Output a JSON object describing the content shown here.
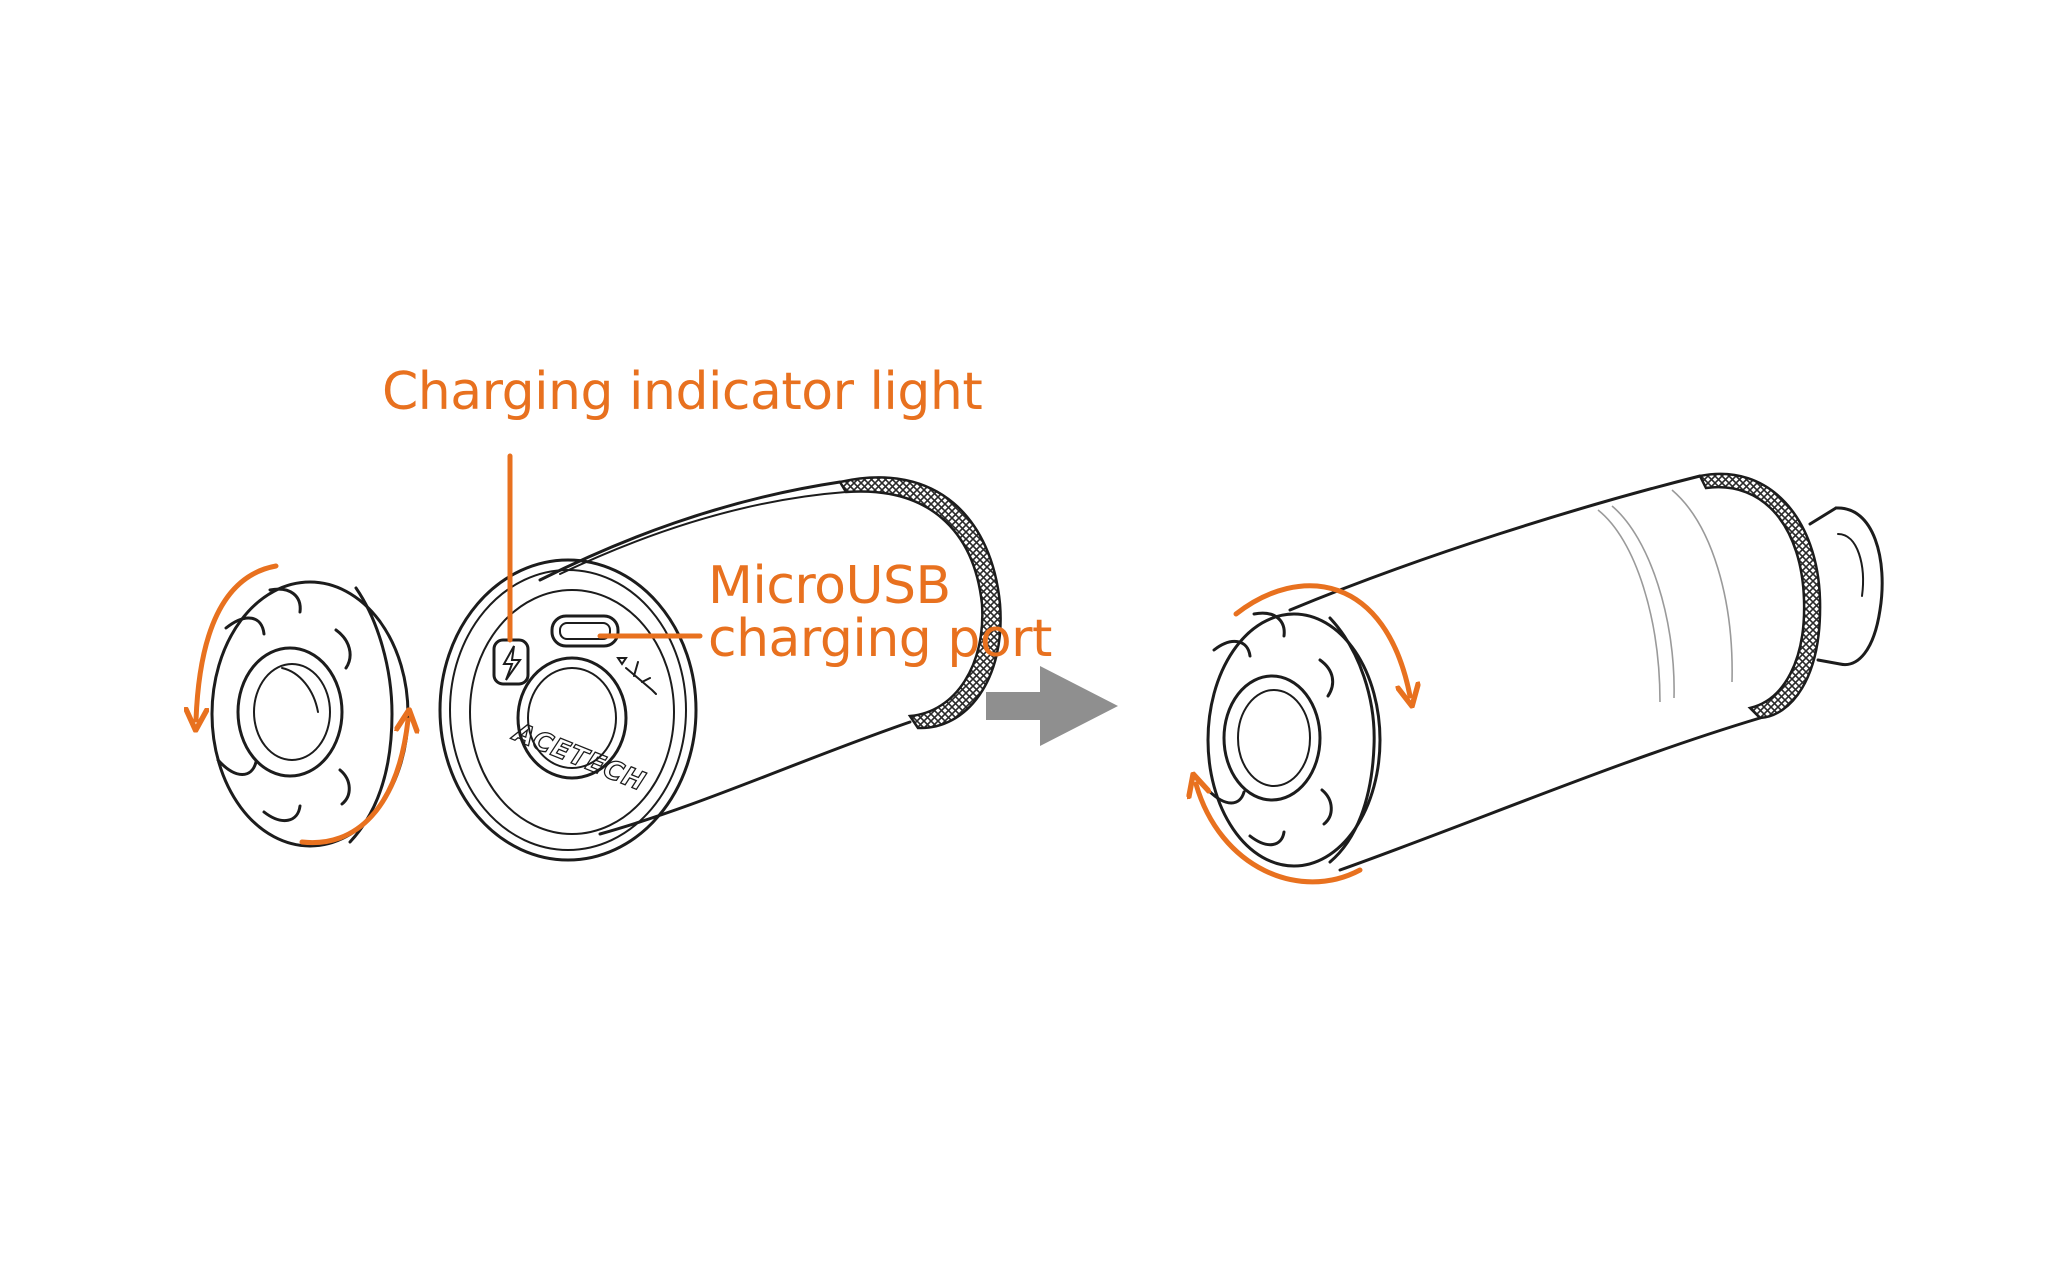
{
  "labels": {
    "indicator": "Charging indicator light",
    "usb_line1": "MicroUSB",
    "usb_line2": "charging port"
  },
  "brand": {
    "logo": "ACETECH"
  },
  "icons": {
    "indicator_symbol": "lightning-bolt-icon",
    "usb_symbol": "usb-symbol-icon",
    "step_arrow": "right-arrow-icon",
    "rotation": "curved-rotation-arrow-icon"
  },
  "colors": {
    "accent": "#E8711F",
    "line": "#1c1c1c",
    "step_arrow": "#8f8f8f",
    "background": "#ffffff"
  }
}
